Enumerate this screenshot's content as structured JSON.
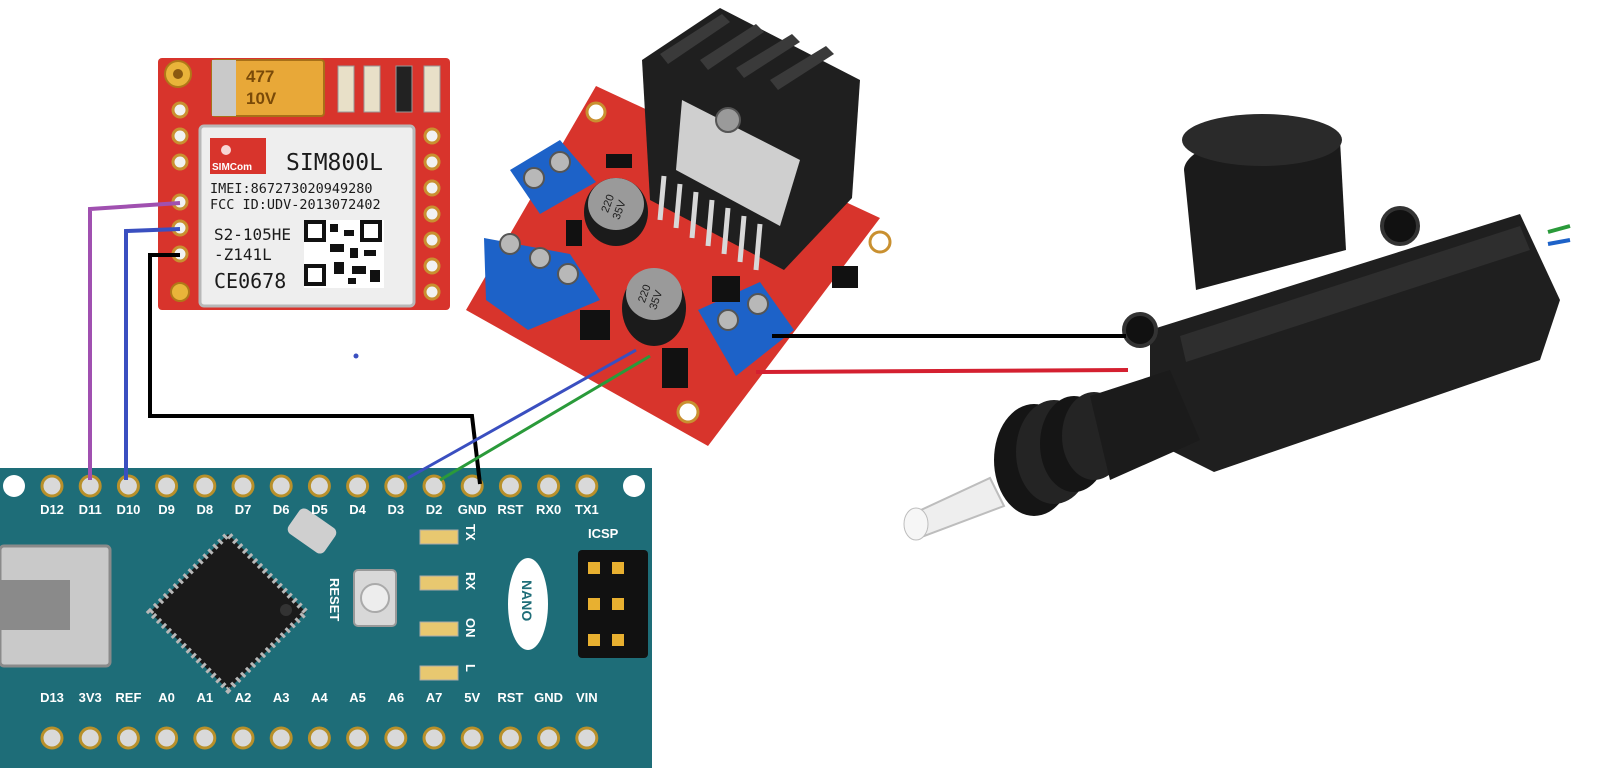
{
  "sim800l": {
    "brand": "SIMCom",
    "model": "SIM800L",
    "imei": "IMEI:867273020949280",
    "fcc": "FCC ID:UDV-2013072402",
    "code1": "S2-105HE",
    "code2": "-Z141L",
    "ce": "CE0678",
    "capacitor": [
      "477",
      "10V"
    ]
  },
  "driver": {
    "cap_value": "220",
    "cap_voltage": "35V"
  },
  "nano": {
    "top_pins": [
      "D12",
      "D11",
      "D10",
      "D9",
      "D8",
      "D7",
      "D6",
      "D5",
      "D4",
      "D3",
      "D2",
      "GND",
      "RST",
      "RX0",
      "TX1"
    ],
    "bottom_pins": [
      "D13",
      "3V3",
      "REF",
      "A0",
      "A1",
      "A2",
      "A3",
      "A4",
      "A5",
      "A6",
      "A7",
      "5V",
      "RST",
      "GND",
      "VIN"
    ],
    "icsp": "ICSP",
    "name": "NANO",
    "reset": "RESET",
    "leds": [
      "TX",
      "RX",
      "ON",
      "L"
    ]
  },
  "wires": [
    {
      "id": "sim-to-d11",
      "color": "#a050b0"
    },
    {
      "id": "sim-to-d10",
      "color": "#3a4fc0"
    },
    {
      "id": "sim-to-gnd",
      "color": "#000000"
    },
    {
      "id": "d3-to-driver",
      "color": "#3a4fc0"
    },
    {
      "id": "d2-to-driver",
      "color": "#2a9a3a"
    },
    {
      "id": "motor-black",
      "color": "#000000"
    },
    {
      "id": "motor-red",
      "color": "#d42030"
    }
  ],
  "colors": {
    "pcb_red": "#d8342c",
    "pcb_teal": "#1e6d78",
    "terminal_blue": "#1d62c8",
    "actuator_black": "#1b1b1b"
  }
}
